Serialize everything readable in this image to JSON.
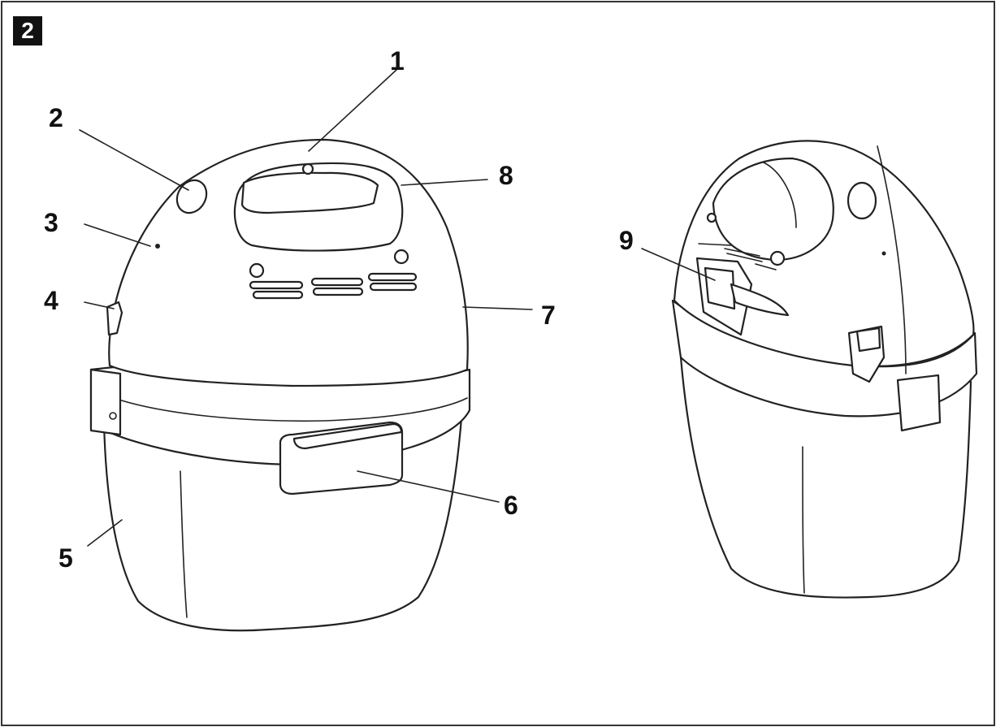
{
  "figure": {
    "badge": "2",
    "callouts": {
      "c1": "1",
      "c2": "2",
      "c3": "3",
      "c4": "4",
      "c5": "5",
      "c6": "6",
      "c7": "7",
      "c8": "8",
      "c9": "9"
    }
  }
}
